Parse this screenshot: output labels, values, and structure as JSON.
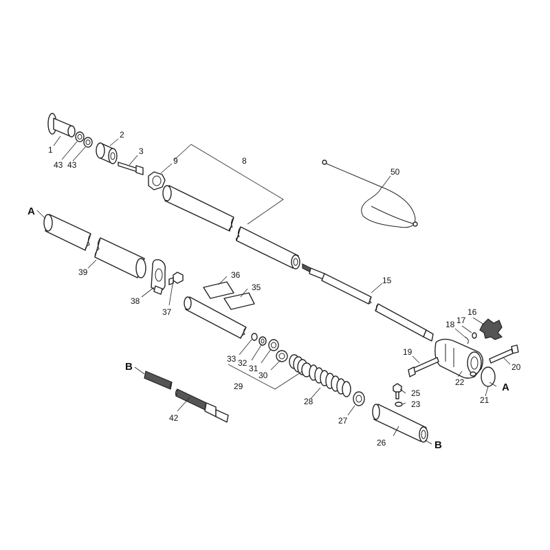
{
  "diagram": {
    "callouts": {
      "p1": "1",
      "p2": "2",
      "p3": "3",
      "p8": "8",
      "p9": "9",
      "p15": "15",
      "p16": "16",
      "p17": "17",
      "p18": "18",
      "p19": "19",
      "p20": "20",
      "p21": "21",
      "p22": "22",
      "p23": "23",
      "p25": "25",
      "p26": "26",
      "p27": "27",
      "p28": "28",
      "p29": "29",
      "p30": "30",
      "p31": "31",
      "p32": "32",
      "p33": "33",
      "p35": "35",
      "p36": "36",
      "p37": "37",
      "p38": "38",
      "p39": "39",
      "p42": "42",
      "p43a": "43",
      "p43b": "43",
      "p50": "50"
    },
    "reference_letters": {
      "a_left": "A",
      "a_right": "A",
      "b_left": "B",
      "b_right": "B"
    }
  }
}
